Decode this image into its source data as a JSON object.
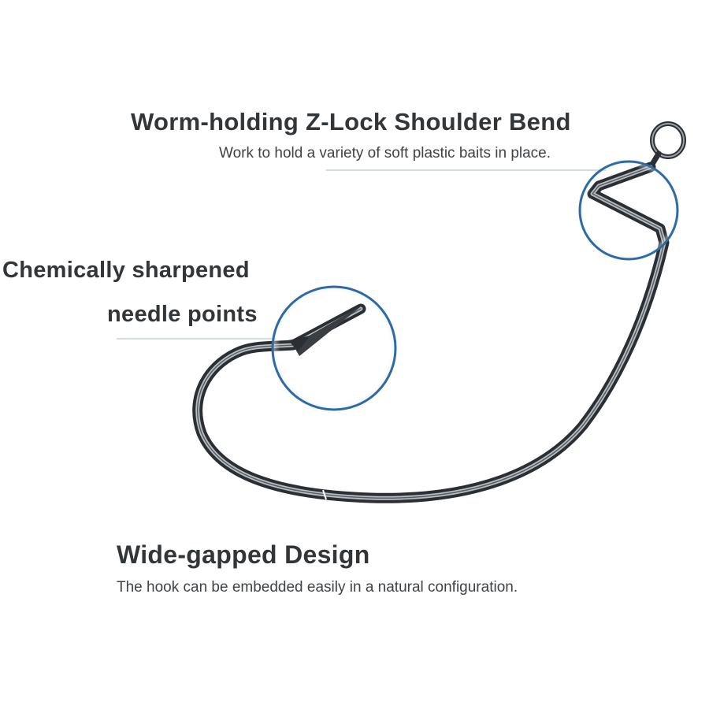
{
  "features": {
    "zlock": {
      "title": "Worm-holding Z-Lock Shoulder Bend",
      "description": "Work to hold a variety of soft plastic baits in place."
    },
    "needle_points": {
      "title_line1": "Chemically sharpened",
      "title_line2": "needle points"
    },
    "wide_gap": {
      "title": "Wide-gapped Design",
      "description": "The hook can be embedded easily in a natural configuration."
    }
  },
  "colors": {
    "callout_ring": "#2f6aa3",
    "callout_line": "#b9c7cf",
    "hook_metal": "#3b3f44",
    "text": "#333638"
  },
  "icons": {
    "hook": "fishing-hook-icon",
    "zoom_ring_top": "magnifier-circle-icon",
    "zoom_ring_point": "magnifier-circle-icon"
  }
}
